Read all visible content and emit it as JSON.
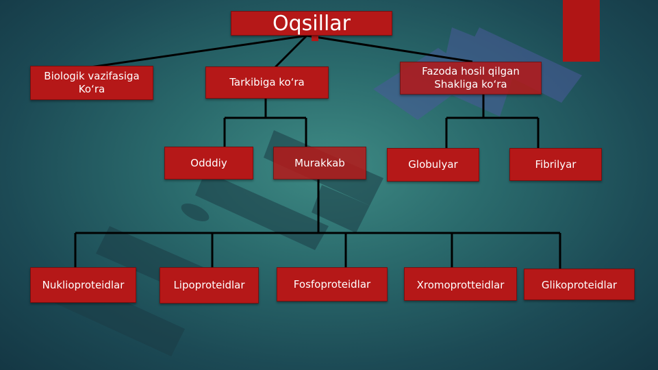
{
  "colors": {
    "box": "#b51818",
    "line": "#000000",
    "accent_bar": "#b01515"
  },
  "root": {
    "label": "Oqsillar"
  },
  "level1": [
    {
      "label": "Biologik vazifasiga\nKo‘ra"
    },
    {
      "label": "Tarkibiga ko‘ra"
    },
    {
      "label": "Fazoda hosil qilgan\nShakliga ko‘ra"
    }
  ],
  "level2": [
    {
      "label": "Odddiy"
    },
    {
      "label": "Murakkab"
    },
    {
      "label": "Globulyar"
    },
    {
      "label": "Fibrilyar"
    }
  ],
  "level3": [
    {
      "label": "Nuklioproteidlar"
    },
    {
      "label": "Lipoproteidlar"
    },
    {
      "label": "Fosfoproteidlar"
    },
    {
      "label": "Xromoprotteidlar"
    },
    {
      "label": "Glikoproteidlar"
    }
  ]
}
